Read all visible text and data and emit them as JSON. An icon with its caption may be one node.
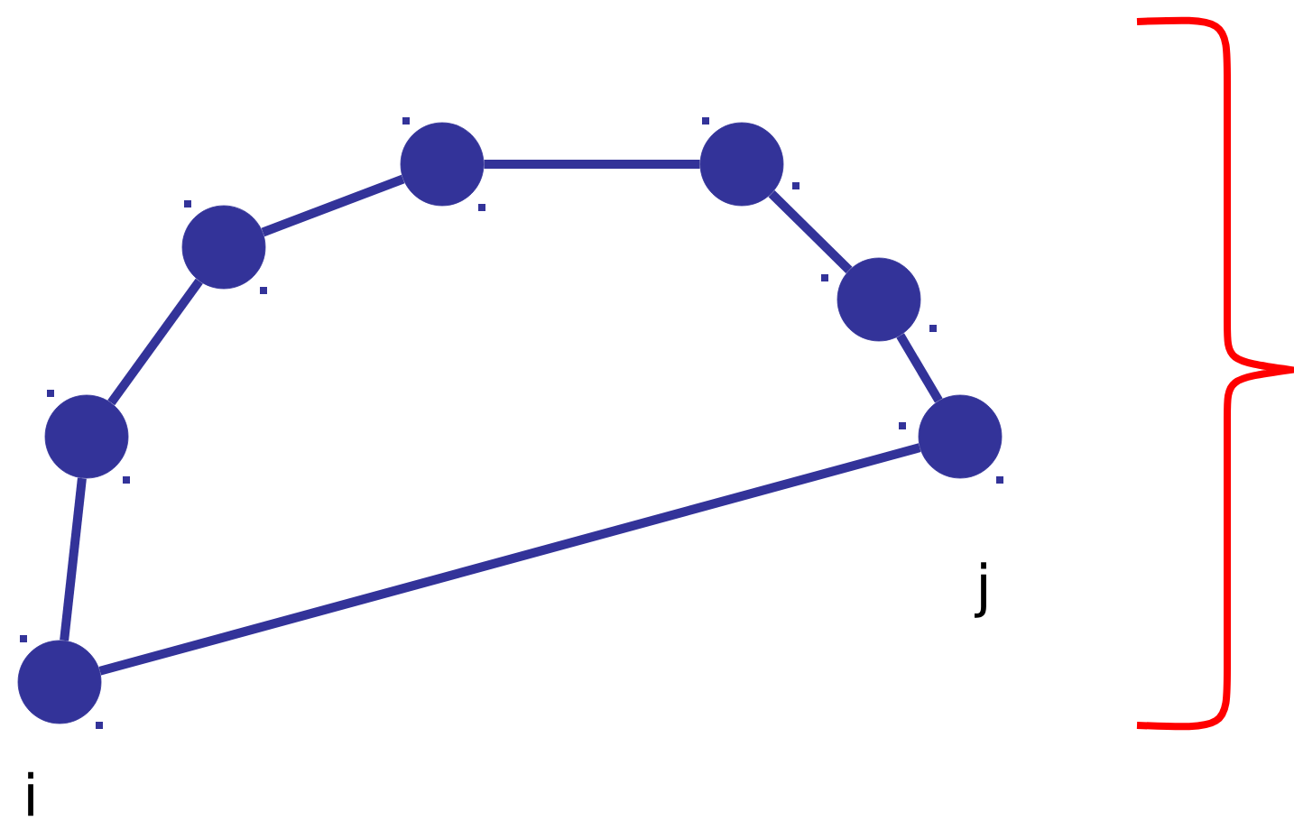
{
  "diagram": {
    "nodes": [
      {
        "text": [],
        "shape": "circle",
        "beside": [
          "i"
        ]
      },
      {
        "text": [],
        "shape": "circle"
      },
      {
        "text": [],
        "shape": "circle"
      },
      {
        "text": [],
        "shape": "circle"
      },
      {
        "text": [],
        "shape": "circle"
      },
      {
        "text": [],
        "shape": "circle"
      },
      {
        "text": [],
        "shape": "circle",
        "beside": [
          "j"
        ]
      }
    ],
    "edges": [
      {
        "from": 0,
        "to": 1,
        "arrow": "none"
      },
      {
        "from": 1,
        "to": 2,
        "arrow": "none"
      },
      {
        "from": 2,
        "to": 3,
        "arrow": "none"
      },
      {
        "from": 3,
        "to": 4,
        "arrow": "none"
      },
      {
        "from": 4,
        "to": 5,
        "arrow": "none"
      },
      {
        "from": 5,
        "to": 6,
        "arrow": "none"
      },
      {
        "from": 6,
        "to": 0,
        "arrow": "none"
      }
    ]
  }
}
